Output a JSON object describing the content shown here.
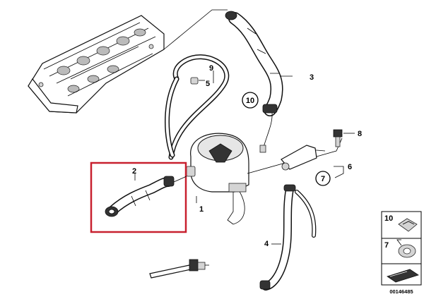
{
  "diagram": {
    "callouts": [
      "1",
      "2",
      "3",
      "4",
      "5",
      "6",
      "7",
      "8",
      "9",
      "10"
    ],
    "legend": {
      "items": [
        "10",
        "7"
      ]
    },
    "reference_number": "00146485",
    "colors": {
      "highlight": "#c8202f",
      "line": "#111111",
      "shade": "#d4d4d4"
    }
  }
}
